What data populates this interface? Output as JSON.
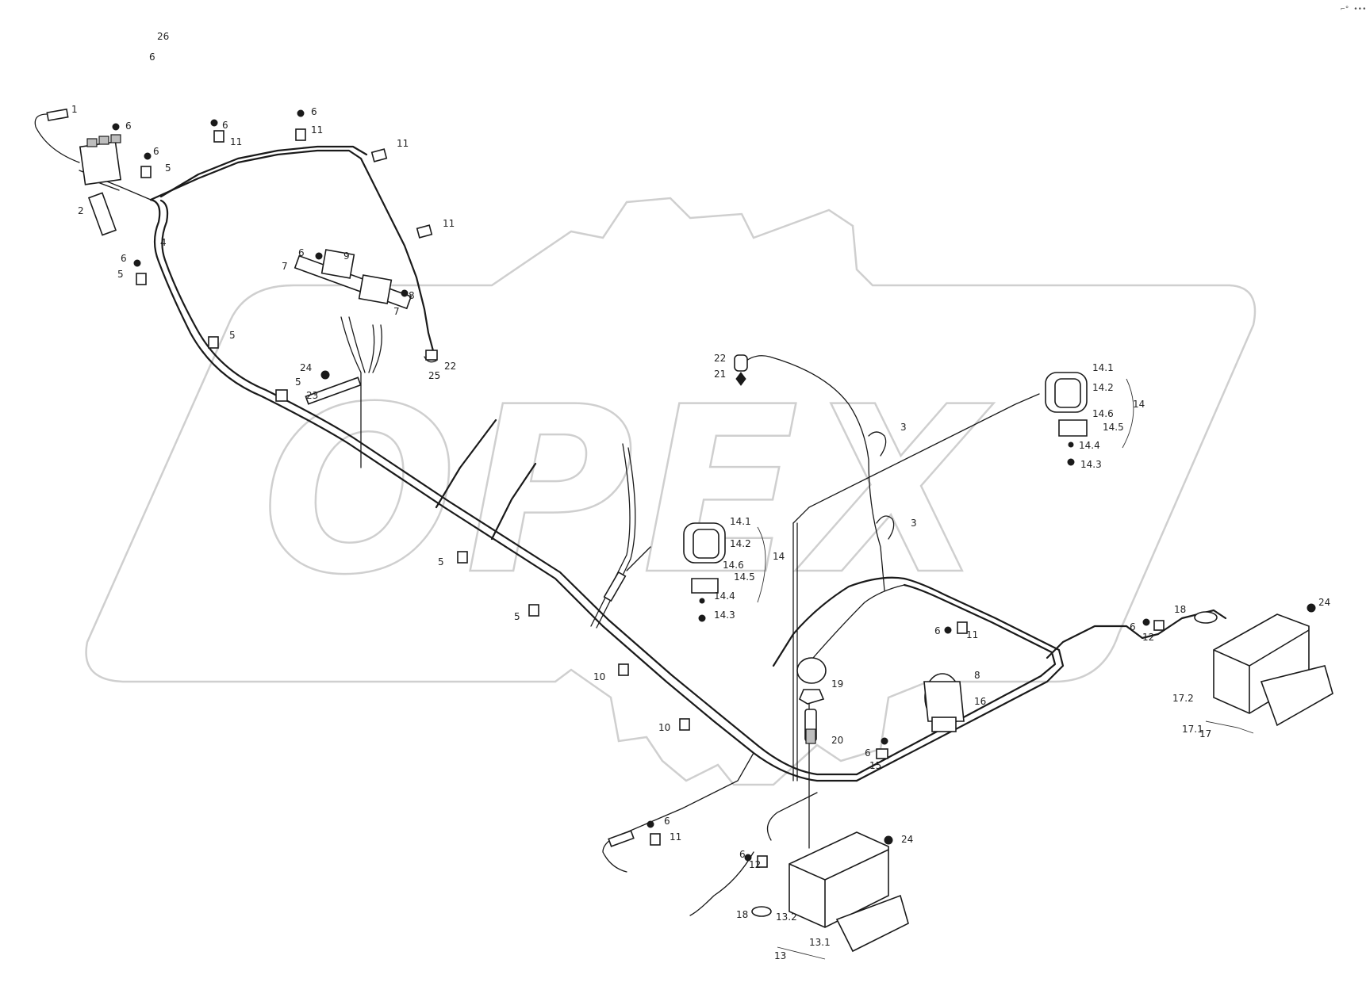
{
  "corner_mark": "⌐° •••",
  "watermark_text": "OPEX",
  "callouts": [
    {
      "label": "26"
    },
    {
      "label": "6"
    },
    {
      "label": "1"
    },
    {
      "label": "6"
    },
    {
      "label": "6"
    },
    {
      "label": "5"
    },
    {
      "label": "2"
    },
    {
      "label": "6"
    },
    {
      "label": "11"
    },
    {
      "label": "6"
    },
    {
      "label": "11"
    },
    {
      "label": "11"
    },
    {
      "label": "11"
    },
    {
      "label": "4"
    },
    {
      "label": "6"
    },
    {
      "label": "5"
    },
    {
      "label": "6"
    },
    {
      "label": "7"
    },
    {
      "label": "9"
    },
    {
      "label": "8"
    },
    {
      "label": "7"
    },
    {
      "label": "5"
    },
    {
      "label": "24"
    },
    {
      "label": "5"
    },
    {
      "label": "23"
    },
    {
      "label": "22"
    },
    {
      "label": "25"
    },
    {
      "label": "22"
    },
    {
      "label": "21"
    },
    {
      "label": "3"
    },
    {
      "label": "3"
    },
    {
      "label": "14.1"
    },
    {
      "label": "14.2"
    },
    {
      "label": "14.6"
    },
    {
      "label": "14.5"
    },
    {
      "label": "14.4"
    },
    {
      "label": "14.3"
    },
    {
      "label": "14"
    },
    {
      "label": "14.1"
    },
    {
      "label": "14.2"
    },
    {
      "label": "14.6"
    },
    {
      "label": "14.5"
    },
    {
      "label": "14.4"
    },
    {
      "label": "14.3"
    },
    {
      "label": "14"
    },
    {
      "label": "5"
    },
    {
      "label": "5"
    },
    {
      "label": "10"
    },
    {
      "label": "10"
    },
    {
      "label": "6"
    },
    {
      "label": "11"
    },
    {
      "label": "19"
    },
    {
      "label": "8"
    },
    {
      "label": "16"
    },
    {
      "label": "20"
    },
    {
      "label": "6"
    },
    {
      "label": "15"
    },
    {
      "label": "6"
    },
    {
      "label": "12"
    },
    {
      "label": "18"
    },
    {
      "label": "24"
    },
    {
      "label": "17.2"
    },
    {
      "label": "17.1"
    },
    {
      "label": "17"
    },
    {
      "label": "6"
    },
    {
      "label": "11"
    },
    {
      "label": "6"
    },
    {
      "label": "12"
    },
    {
      "label": "24"
    },
    {
      "label": "18"
    },
    {
      "label": "13.2"
    },
    {
      "label": "13.1"
    },
    {
      "label": "13"
    }
  ]
}
